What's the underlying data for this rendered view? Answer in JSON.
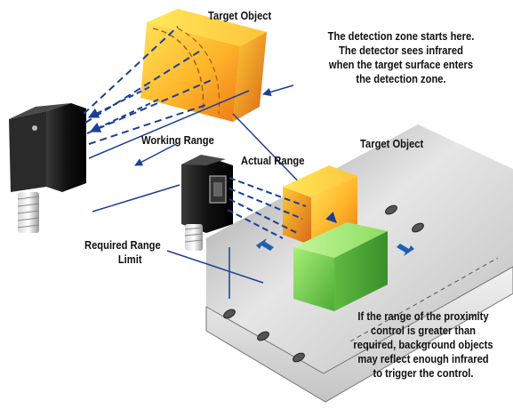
{
  "labels": {
    "target_object_top": "Target Object",
    "target_object_right": "Target Object",
    "working_range": "Working Range",
    "actual_range": "Actual Range",
    "required_range_limit": [
      "Required Range",
      "Limit"
    ],
    "detection_note": [
      "The detection zone starts here.",
      "The detector sees infrared",
      "when the target surface enters",
      "the detection zone."
    ],
    "background_note": [
      "If the range of the proximity",
      "control is greater than",
      "required, background objects",
      "may reflect enough infrared",
      "to trigger the control."
    ]
  },
  "colors": {
    "beam_line": "#1b3f95",
    "arrow_blue": "#1f5fb3",
    "target_orange_light": "#ffd23a",
    "target_orange_dark": "#e8741a",
    "background_green_light": "#9be36a",
    "background_green_dark": "#3f9a2e",
    "sensor_black": "#1a1a1a",
    "conveyor_gray": "#cfcfcf"
  }
}
